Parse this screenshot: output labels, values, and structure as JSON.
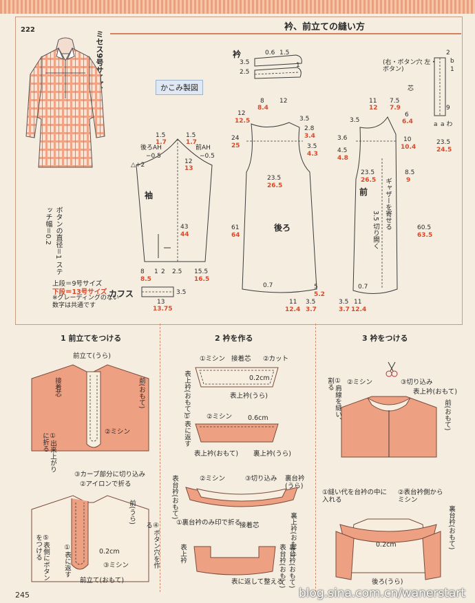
{
  "header": {
    "title": "衿、前立ての縫い方"
  },
  "pattern_no": "222",
  "size_label": "ミセス9号サイズ",
  "kakomi": "かこみ製図",
  "size_notes": {
    "upper": "上段＝9号サイズ",
    "lower": "下段＝13号サイズ",
    "grading": "※グレーディングのない数字は共通です"
  },
  "button_note": "ボタンの直径＝1 ステッチ幅＝0.2",
  "pieces": {
    "sleeve": "袖",
    "back": "後ろ",
    "front": "前",
    "collar": "衿",
    "cuffs": "カフス"
  },
  "sleeve_labels": {
    "back_ah": "後ろAH",
    "front_ah": "前AH",
    "minus05a": "−0.5",
    "minus05b": "−0.5",
    "plus2": "△+2"
  },
  "measures": {
    "s15a": "1.5",
    "s17a": "1.7",
    "s15b": "1.5",
    "s17b": "1.7",
    "s12": "12",
    "s13": "13",
    "s43": "43",
    "s44": "44",
    "s8": "8",
    "s85": "8.5",
    "s1": "1",
    "s2": "2",
    "s25": "2.5",
    "s155": "15.5",
    "s165": "16.5",
    "c13": "13",
    "c1375": "13.75",
    "c35": "3.5",
    "k06": "0.6",
    "k15": "1.5",
    "k35": "3.5",
    "k25": "2.5",
    "k1": "1",
    "b8": "8",
    "b84": "8.4",
    "b12": "12",
    "b12b": "12",
    "b125": "12.5",
    "b35a": "3.5",
    "b28": "2.8",
    "b34": "3.4",
    "b35b": "3.5",
    "b43": "4.3",
    "b24": "24",
    "b25": "25",
    "b235": "23.5",
    "b265": "26.5",
    "b61": "61",
    "b64": "64",
    "b07": "0.7",
    "b5": "5",
    "b52": "5.2",
    "b11": "11",
    "b124": "12.4",
    "b35c": "3.5",
    "b37": "3.7",
    "f11": "11",
    "f12": "12",
    "f75": "7.5",
    "f79": "7.9",
    "f6": "6",
    "f64": "6.4",
    "f10": "10",
    "f104": "10.4",
    "f35": "3.5",
    "f36": "3.6",
    "f45": "4.5",
    "f48": "4.8",
    "f235": "23.5",
    "f245": "24.5",
    "f235b": "23.5",
    "f265": "26.5",
    "f85": "8.5",
    "f9": "9",
    "f35b": "3.5",
    "f605": "60.5",
    "f635": "63.5",
    "f07": "0.7",
    "f35c": "3.5",
    "f37": "3.7",
    "f11b": "11",
    "f124": "12.4",
    "f2": "2",
    "fb": "b",
    "f9b": "9",
    "fa": "a",
    "f1": "1"
  },
  "front_notes": {
    "button_side": "(右・ボタン穴 左・ボタン)",
    "core": "芯",
    "gather": "ギャザーを寄せる",
    "cut_open": "3.5 切り開く",
    "wa": "a わ"
  },
  "steps": [
    {
      "heading": "1 前立てをつける"
    },
    {
      "heading": "2 衿を作る"
    },
    {
      "heading": "3 衿をつける"
    }
  ],
  "step1": {
    "placket_back": "前立て(うら)",
    "interfacing": "接着芯",
    "front_face": "前(おもて)",
    "machine": "②ミシン",
    "fold": "①出来上がりに折る",
    "clip": "③カーブ部分に切り込み",
    "iron": "②アイロンで折る",
    "front_ura": "前(うら)",
    "buttonhole": "④ボタン穴を作る",
    "button": "⑤表側にボタンをつける",
    "turn": "①表に返す",
    "machine3": "③ミシン",
    "cm02": "0.2cm",
    "placket_face": "前立て(おもて)"
  },
  "step2": {
    "machine1": "①ミシン",
    "interfacing": "接着芯",
    "cut": "②カット",
    "upper_face": "表上衿(おもて)",
    "cm02": "0.2cm",
    "upper_back": "表上衿(うら)",
    "turn": "①表に返す",
    "machine2": "②ミシン",
    "cm06": "0.6cm",
    "upper_face2": "表上衿(おもて)",
    "under_back": "裏上衿(うら)",
    "stand_face": "表台衿(おもて)",
    "machine2b": "②ミシン",
    "clip": "③切り込み",
    "under_stand": "裏台衿(うら)",
    "fold_mark": "①裏台衿のみ印で折る",
    "interfacing2": "接着芯",
    "under_collar": "裏上衿(おもて)",
    "upper_collar": "表上衿",
    "under_stand_face": "裏台衿(おもて)",
    "stand_face2": "表台衿(おもて)",
    "turn_fix": "表に返して整える"
  },
  "step3": {
    "sew_shoulder": "①肩線を縫い、割る",
    "machine": "②ミシン",
    "clip": "③切り込み",
    "upper_face": "表上衿(おもて)",
    "front_face": "前(おもて)",
    "seam_in": "①縫い代を台衿の中に入れる",
    "stand_side": "②表台衿側からミシン",
    "under_stand": "裏台衿(おもて)",
    "cm02": "0.2cm",
    "back_ura": "後ろ(うら)"
  },
  "page_number": "245",
  "watermark": "blog.sina.com.cn/wanerstart"
}
